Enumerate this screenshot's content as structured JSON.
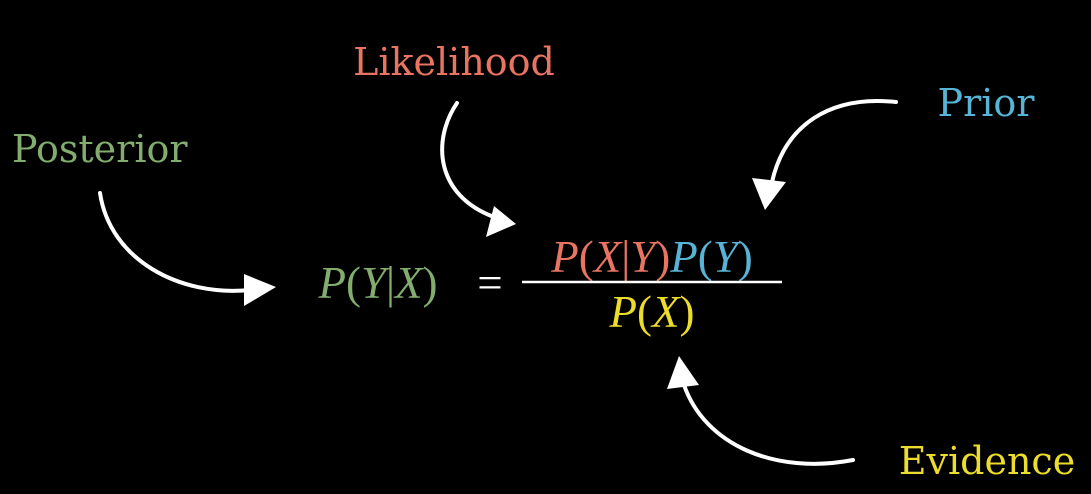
{
  "labels": {
    "likelihood": "Likelihood",
    "posterior": "Posterior",
    "prior": "Prior",
    "evidence": "Evidence"
  },
  "equation": {
    "lhs": {
      "p": "P",
      "open": "(",
      "y": "Y",
      "bar": "|",
      "x": "X",
      "close": ")"
    },
    "equals": "=",
    "likelihood_term": {
      "p": "P",
      "open": "(",
      "x": "X",
      "bar": "|",
      "y": "Y",
      "close": ")"
    },
    "prior_term": {
      "p": "P",
      "open": "(",
      "y": "Y",
      "close": ")"
    },
    "evidence_term": {
      "p": "P",
      "open": "(",
      "x": "X",
      "close": ")"
    }
  },
  "colors": {
    "background": "#000000",
    "likelihood": "#e87461",
    "posterior": "#82ad6e",
    "prior": "#58b4d6",
    "evidence": "#ecdc2c",
    "arrows": "#ffffff",
    "fraction_bar": "#ffffff"
  }
}
